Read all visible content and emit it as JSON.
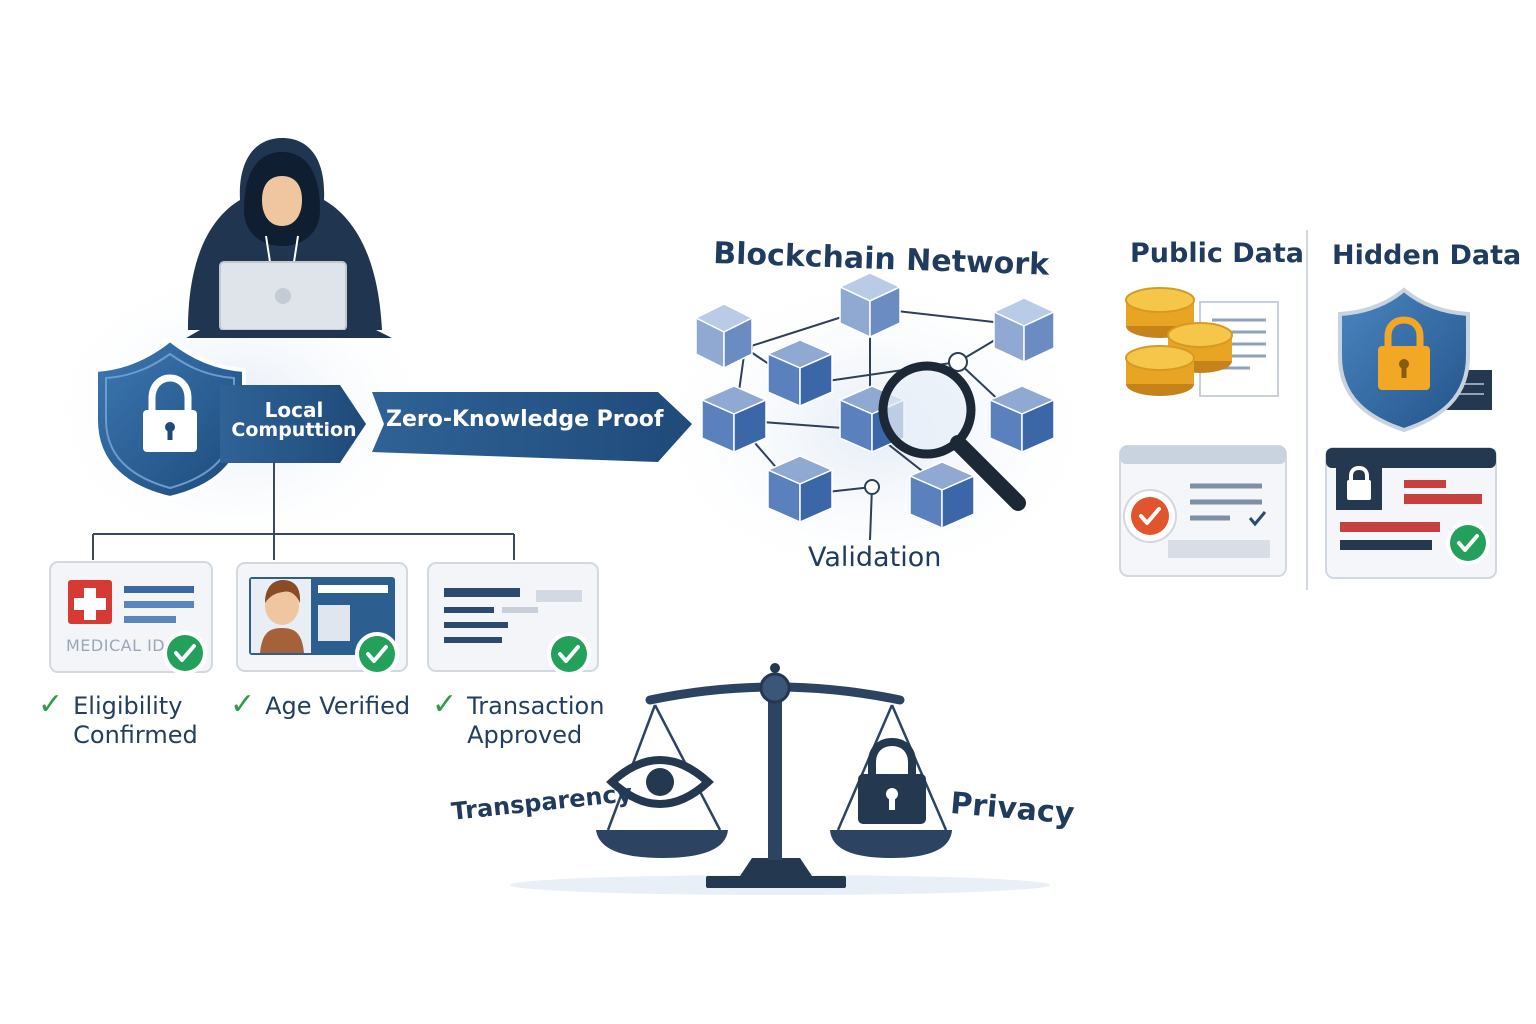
{
  "flow": {
    "local_label_line1": "Local",
    "local_label_line2": "Computtion",
    "zkp_label": "Zero-Knowledge Proof"
  },
  "blockchain": {
    "title": "Blockchain Network",
    "subtitle": "Validation"
  },
  "data_panels": {
    "public_title": "Public Data",
    "hidden_title": "Hidden Data"
  },
  "credentials": [
    {
      "card_text": "MEDICAL ID",
      "result_line1": "Eligibility",
      "result_line2": "Confirmed"
    },
    {
      "card_text": "",
      "result_line1": "Age Verified",
      "result_line2": ""
    },
    {
      "card_text": "",
      "result_line1": "Transaction",
      "result_line2": "Approved"
    }
  ],
  "balance": {
    "left_label": "Transparency",
    "right_label": "Privacy"
  },
  "colors": {
    "navy": "#1f3b5e",
    "blue": "#2c5f8f",
    "cube_light": "#8fa9d3",
    "cube_dark": "#3b67a8",
    "check_green": "#2f9a4c",
    "medical_red": "#d63a32",
    "coin_gold": "#e8a524",
    "lock_orange": "#f2a825"
  }
}
